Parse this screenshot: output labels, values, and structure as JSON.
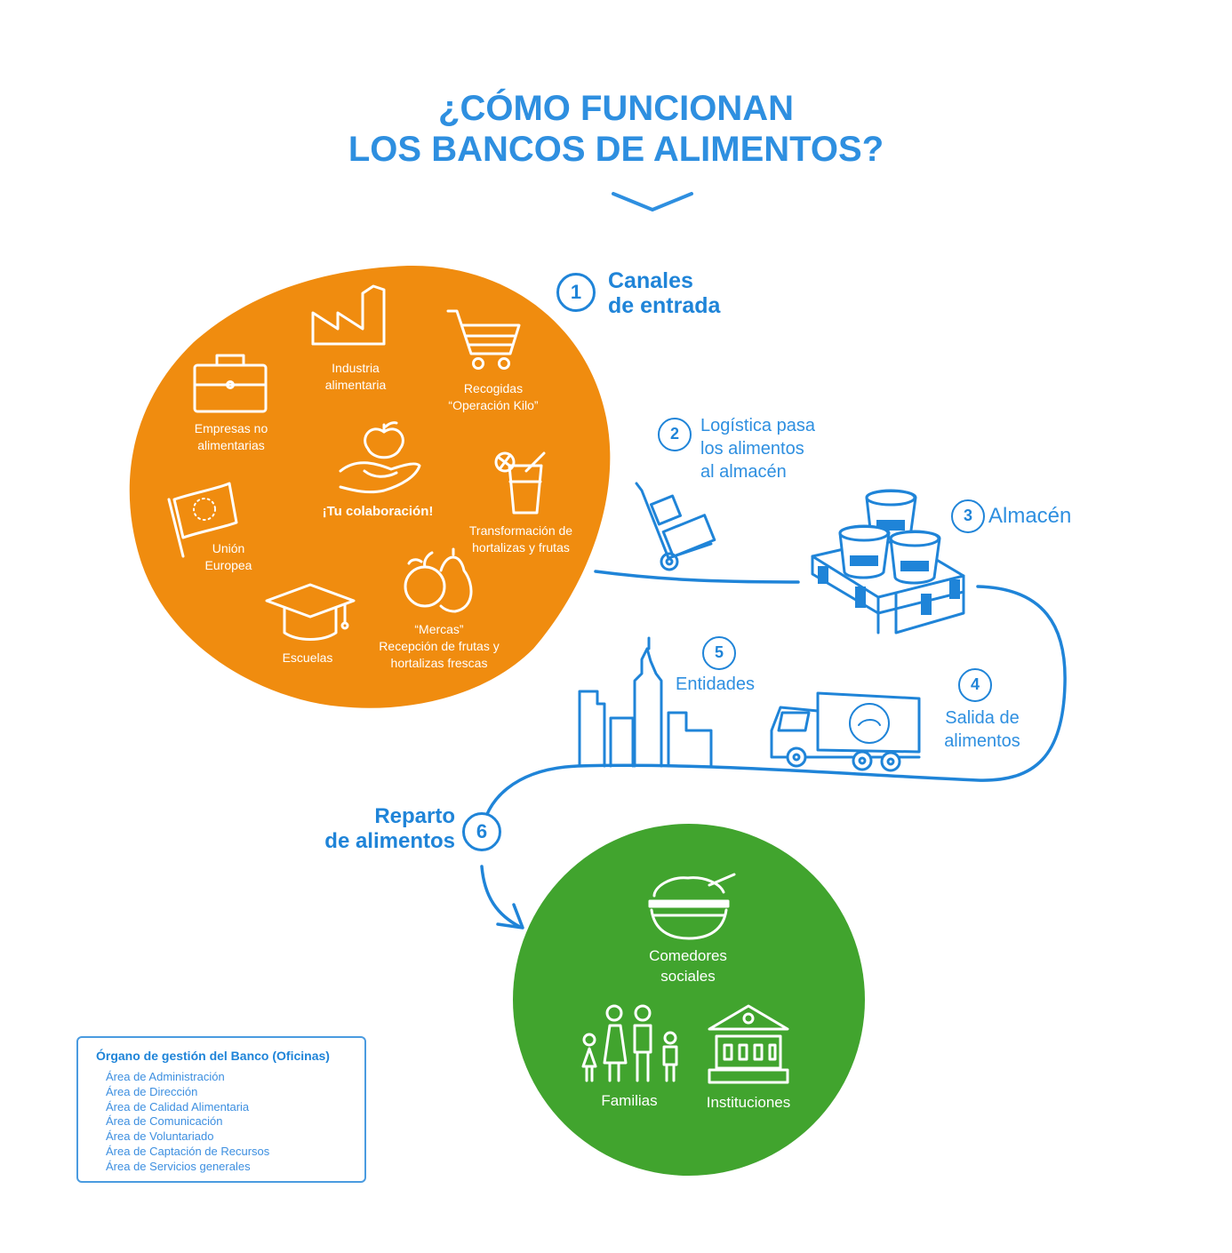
{
  "title": {
    "line1": "¿CÓMO FUNCIONAN",
    "line2": "LOS BANCOS DE ALIMENTOS?"
  },
  "colors": {
    "orange": "#f08c0f",
    "green": "#41a42e",
    "blue": "#1f84d8",
    "white": "#ffffff"
  },
  "step1": {
    "number": "1",
    "line1": "Canales",
    "line2": "de entrada"
  },
  "step2": {
    "number": "2",
    "line1": "Logística pasa",
    "line2": "los alimentos",
    "line3": "al almacén"
  },
  "step3": {
    "number": "3",
    "label": "Almacén"
  },
  "step4": {
    "number": "4",
    "line1": "Salida de",
    "line2": "alimentos"
  },
  "step5": {
    "number": "5",
    "label": "Entidades"
  },
  "step6": {
    "number": "6",
    "line1": "Reparto",
    "line2": "de alimentos"
  },
  "channels": {
    "industria": {
      "line1": "Industria",
      "line2": "alimentaria",
      "icon": "factory-icon"
    },
    "recogidas": {
      "line1": "Recogidas",
      "line2": "“Operación Kilo”",
      "icon": "shopping-cart-icon"
    },
    "empresas": {
      "line1": "Empresas no",
      "line2": "alimentarias",
      "icon": "briefcase-icon"
    },
    "colaboracion": {
      "label": "¡Tu colaboración!",
      "icon": "hand-apple-icon"
    },
    "transformacion": {
      "line1": "Transformación de",
      "line2": "hortalizas y frutas",
      "icon": "juice-glass-icon"
    },
    "union": {
      "line1": "Unión",
      "line2": "Europea",
      "icon": "eu-flag-icon"
    },
    "escuelas": {
      "label": "Escuelas",
      "icon": "graduation-cap-icon"
    },
    "mercas": {
      "line1": "“Mercas”",
      "line2": "Recepción de frutas y",
      "line3": "hortalizas frescas",
      "icon": "fruits-icon"
    }
  },
  "recipients": {
    "comedores": {
      "line1": "Comedores",
      "line2": "sociales",
      "icon": "food-bowl-icon"
    },
    "familias": {
      "label": "Familias",
      "icon": "family-icon"
    },
    "instituciones": {
      "label": "Instituciones",
      "icon": "institution-building-icon"
    }
  },
  "office": {
    "title": "Órgano de gestión del Banco (Oficinas)",
    "items": [
      "Área de Administración",
      "Área de Dirección",
      "Área de Calidad Alimentaria",
      "Área de Comunicación",
      "Área de Voluntariado",
      "Área de Captación de Recursos",
      "Área de Servicios generales"
    ]
  }
}
